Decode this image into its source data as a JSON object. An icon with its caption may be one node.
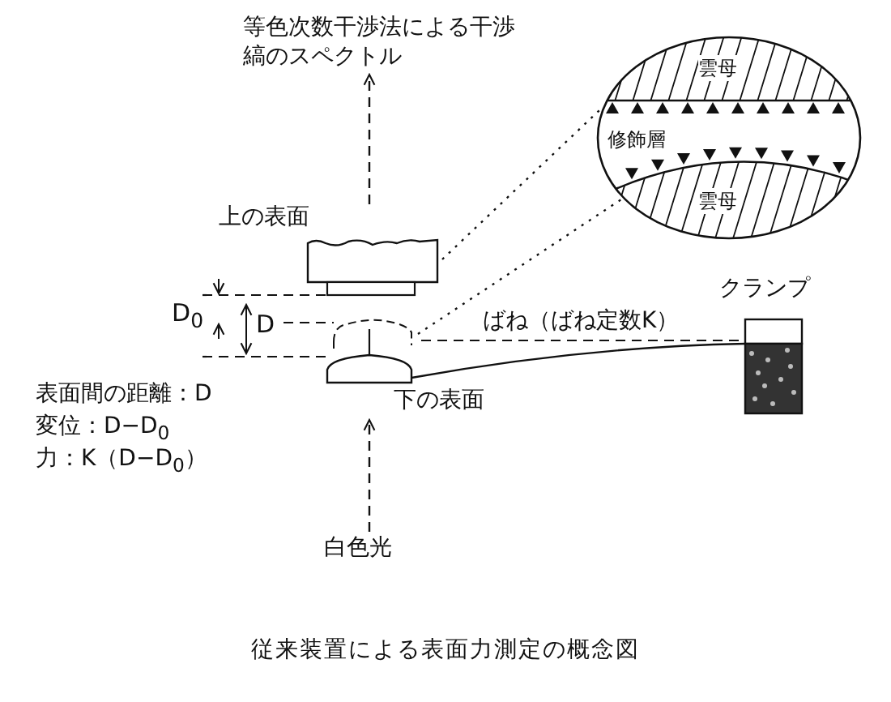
{
  "diagram": {
    "caption": "従来装置による表面力測定の概念図",
    "nodes": [
      {
        "text": [
          "等色次数干渉法による干渉縞のスペクトル"
        ]
      },
      {
        "text": [
          "上の表面"
        ]
      },
      {
        "text": [
          "下の表面"
        ]
      },
      {
        "text": [
          "白色光"
        ]
      },
      {
        "text": [
          "クランプ"
        ]
      },
      {
        "text": [
          "雲母",
          "修飾層",
          "雲母"
        ]
      }
    ],
    "edges": [
      {
        "from": 1,
        "to": 0,
        "arrow": "to",
        "style": "dashed"
      },
      {
        "from": 3,
        "to": 2,
        "arrow": "to",
        "style": "dashed"
      },
      {
        "from": 2,
        "to": 4,
        "arrow": "none",
        "label": "ばね（ばね定数K）"
      },
      {
        "from": 1,
        "to": 5,
        "arrow": "none",
        "style": "dashed"
      },
      {
        "from": 2,
        "to": 5,
        "arrow": "none",
        "style": "dashed"
      }
    ],
    "labels": [
      "D$_{0}$",
      "D",
      "表面間の距離：D",
      "変位：D−D$_{0}$",
      "力：K（D−D$_{0}$）"
    ]
  }
}
